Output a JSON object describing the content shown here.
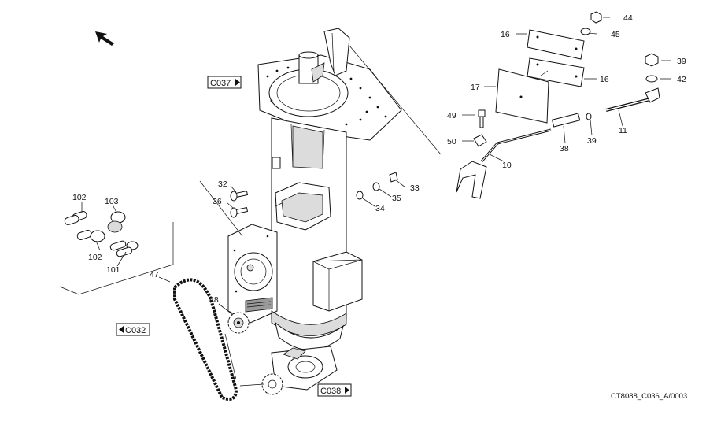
{
  "drawing_id": "CT8088_C036_A/0003",
  "references": [
    {
      "id": "c037",
      "label": "C037"
    },
    {
      "id": "c032",
      "label": "C032"
    },
    {
      "id": "c038",
      "label": "C038"
    }
  ],
  "callouts": [
    {
      "id": "44",
      "label": "44"
    },
    {
      "id": "16a",
      "label": "16"
    },
    {
      "id": "45",
      "label": "45"
    },
    {
      "id": "39a",
      "label": "39"
    },
    {
      "id": "16b",
      "label": "16"
    },
    {
      "id": "42",
      "label": "42"
    },
    {
      "id": "17",
      "label": "17"
    },
    {
      "id": "49",
      "label": "49"
    },
    {
      "id": "11",
      "label": "11"
    },
    {
      "id": "50",
      "label": "50"
    },
    {
      "id": "38",
      "label": "38"
    },
    {
      "id": "39b",
      "label": "39"
    },
    {
      "id": "10",
      "label": "10"
    },
    {
      "id": "32",
      "label": "32"
    },
    {
      "id": "33",
      "label": "33"
    },
    {
      "id": "36",
      "label": "36"
    },
    {
      "id": "35",
      "label": "35"
    },
    {
      "id": "34",
      "label": "34"
    },
    {
      "id": "102a",
      "label": "102"
    },
    {
      "id": "103",
      "label": "103"
    },
    {
      "id": "102b",
      "label": "102"
    },
    {
      "id": "101",
      "label": "101"
    },
    {
      "id": "47",
      "label": "47"
    },
    {
      "id": "48",
      "label": "48"
    }
  ],
  "icons": {
    "orientation_arrow": "arrow-northwest-icon",
    "ref_pointer_right": "triangle-right-icon",
    "ref_pointer_left": "triangle-left-icon"
  },
  "colors": {
    "line": "#111111",
    "background": "#ffffff"
  }
}
